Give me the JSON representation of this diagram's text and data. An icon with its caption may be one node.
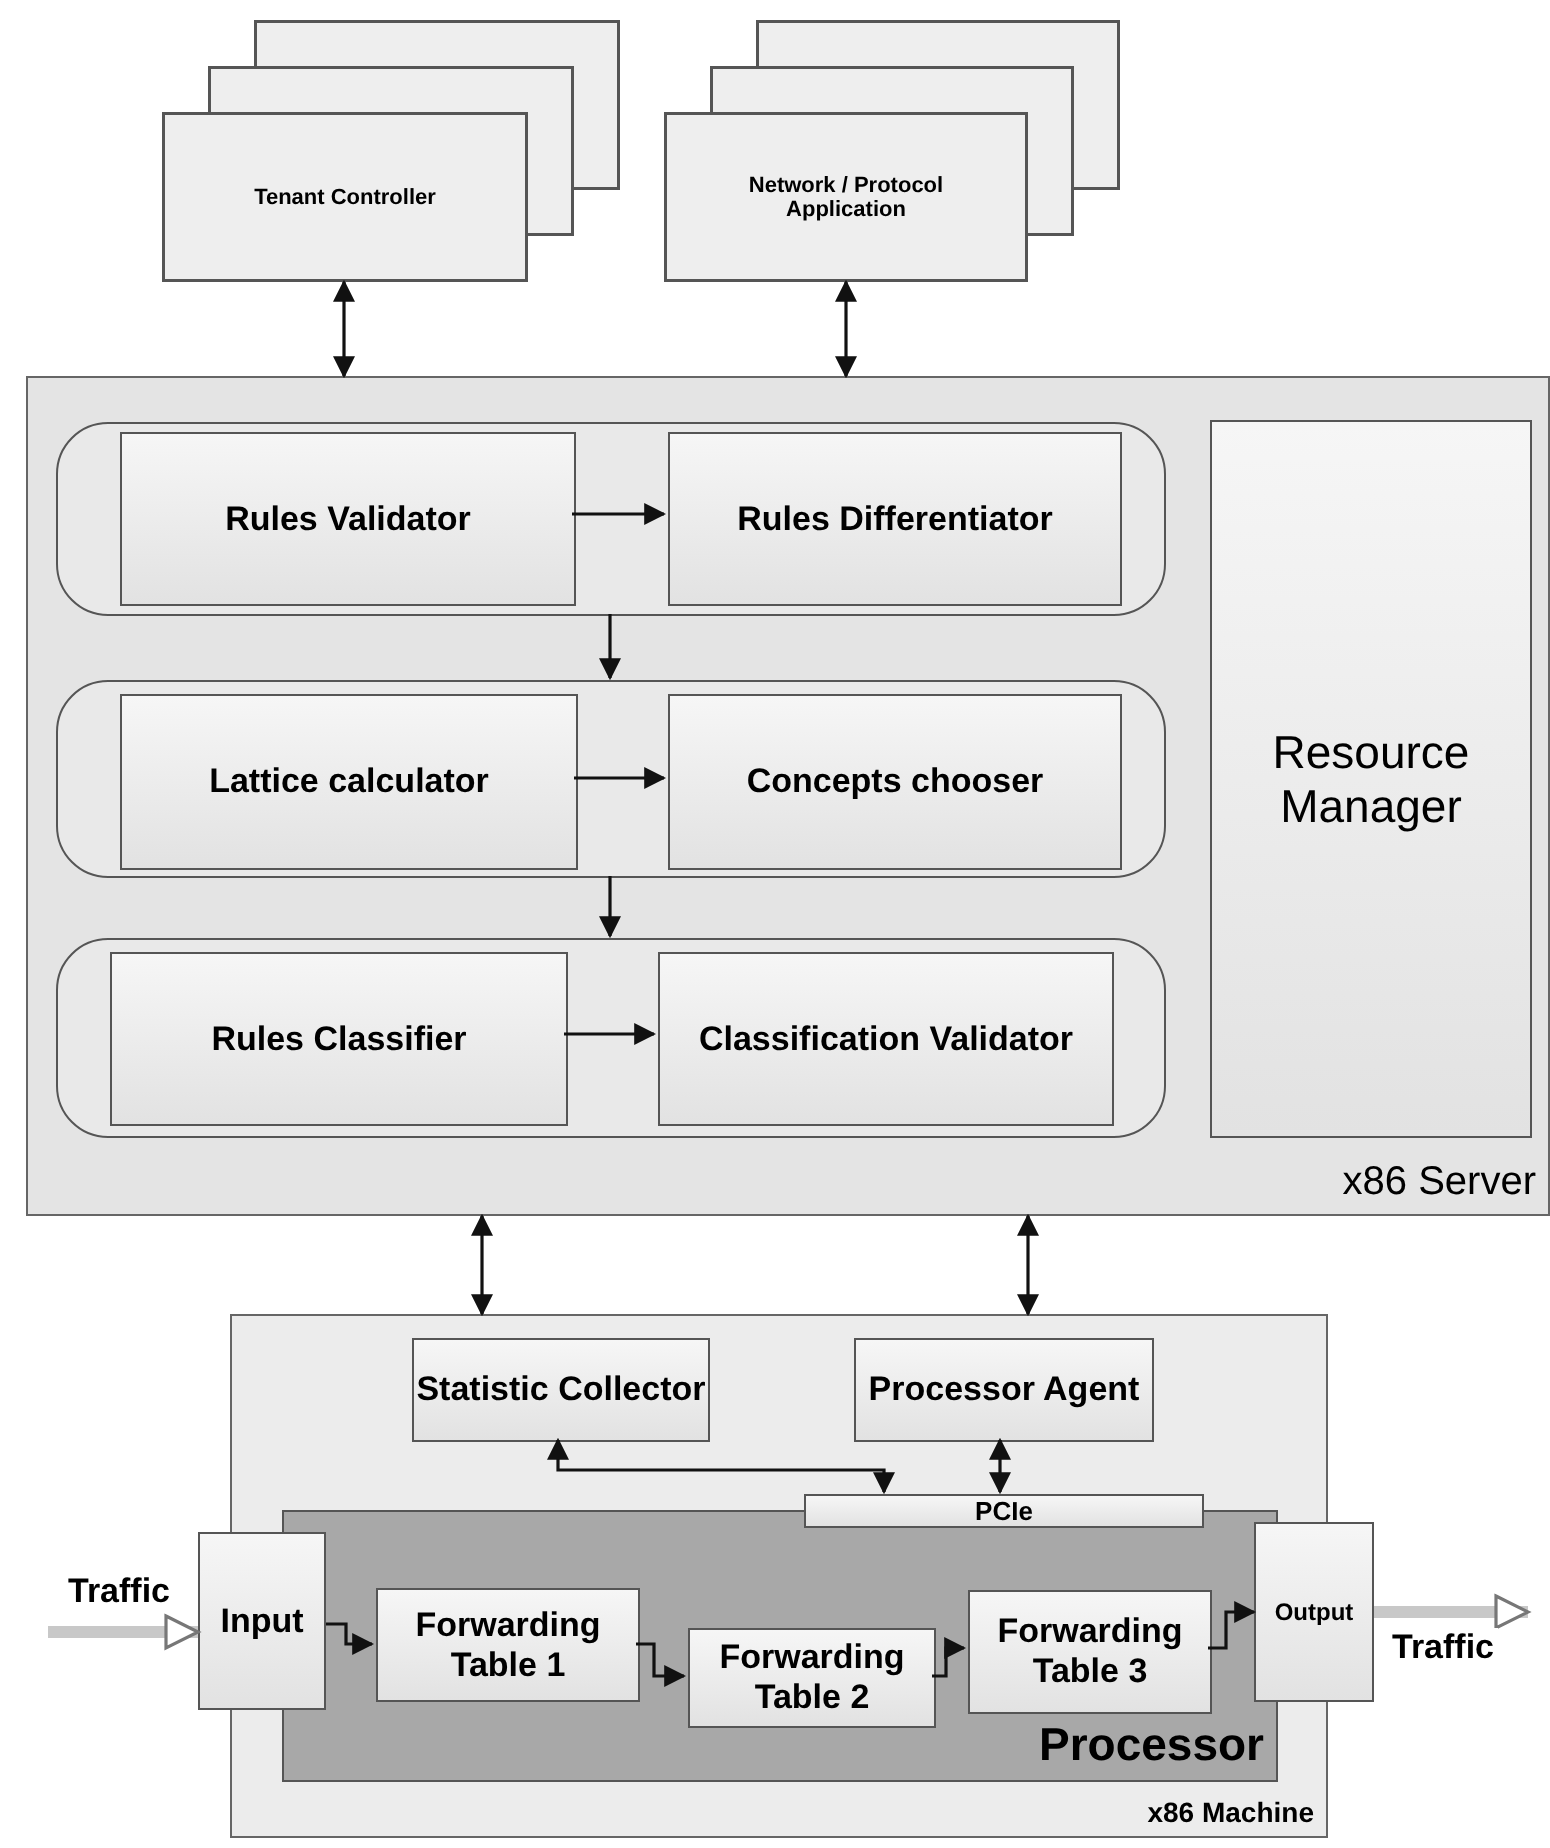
{
  "diagram": {
    "nodes": [
      {
        "text": [
          "Tenant Controller"
        ]
      },
      {
        "text": [
          "Network / Protocol Application"
        ]
      },
      {
        "text": [
          "x86 Server"
        ]
      },
      {
        "text": [],
        "shape": "box",
        "in": 2
      },
      {
        "text": [
          "Rules Validator"
        ],
        "in": 3
      },
      {
        "text": [
          "Rules Differentiator"
        ],
        "in": 3
      },
      {
        "text": [],
        "shape": "box",
        "in": 2
      },
      {
        "text": [
          "Lattice calculator"
        ],
        "in": 6
      },
      {
        "text": [
          "Concepts chooser"
        ],
        "in": 6
      },
      {
        "text": [],
        "shape": "box",
        "in": 2
      },
      {
        "text": [
          "Rules Classifier"
        ],
        "in": 9
      },
      {
        "text": [
          "Classification Validator"
        ],
        "in": 9
      },
      {
        "text": [
          "Resource Manager"
        ],
        "in": 2
      },
      {
        "text": [
          "x86 Machine"
        ]
      },
      {
        "text": [
          "Statistic Collector"
        ],
        "in": 13
      },
      {
        "text": [
          "Processor Agent"
        ],
        "in": 13
      },
      {
        "text": [
          "Processor"
        ],
        "in": 13
      },
      {
        "text": [
          "PCIe"
        ],
        "in": 13
      },
      {
        "text": [
          "Input"
        ]
      },
      {
        "text": [
          "Forwarding Table 1"
        ],
        "in": 16
      },
      {
        "text": [
          "Forwarding Table 2"
        ],
        "in": 16
      },
      {
        "text": [
          "Forwarding Table 3"
        ],
        "in": 16
      },
      {
        "text": [
          "Output"
        ]
      }
    ],
    "edges": [
      {
        "from": 0,
        "to": 2,
        "arrow": "both"
      },
      {
        "from": 1,
        "to": 2,
        "arrow": "both"
      },
      {
        "from": 4,
        "to": 5,
        "arrow": "to"
      },
      {
        "from": 3,
        "to": 6,
        "arrow": "to"
      },
      {
        "from": 7,
        "to": 8,
        "arrow": "to"
      },
      {
        "from": 6,
        "to": 9,
        "arrow": "to"
      },
      {
        "from": 10,
        "to": 11,
        "arrow": "to"
      },
      {
        "from": 2,
        "to": 13,
        "arrow": "both"
      },
      {
        "from": 2,
        "to": 13,
        "arrow": "both"
      },
      {
        "from": 14,
        "to": 17,
        "arrow": "both"
      },
      {
        "from": 15,
        "to": 17,
        "arrow": "both"
      },
      {
        "from": null,
        "to": 18,
        "arrow": "to",
        "label": "Traffic",
        "style": "thick",
        "color": "#c8c8c8"
      },
      {
        "from": 18,
        "to": 19,
        "arrow": "to"
      },
      {
        "from": 19,
        "to": 20,
        "arrow": "to"
      },
      {
        "from": 20,
        "to": 21,
        "arrow": "to"
      },
      {
        "from": 21,
        "to": 22,
        "arrow": "to"
      },
      {
        "from": 22,
        "to": null,
        "arrow": "to",
        "label": "Traffic",
        "style": "thick",
        "color": "#c8c8c8"
      }
    ]
  }
}
